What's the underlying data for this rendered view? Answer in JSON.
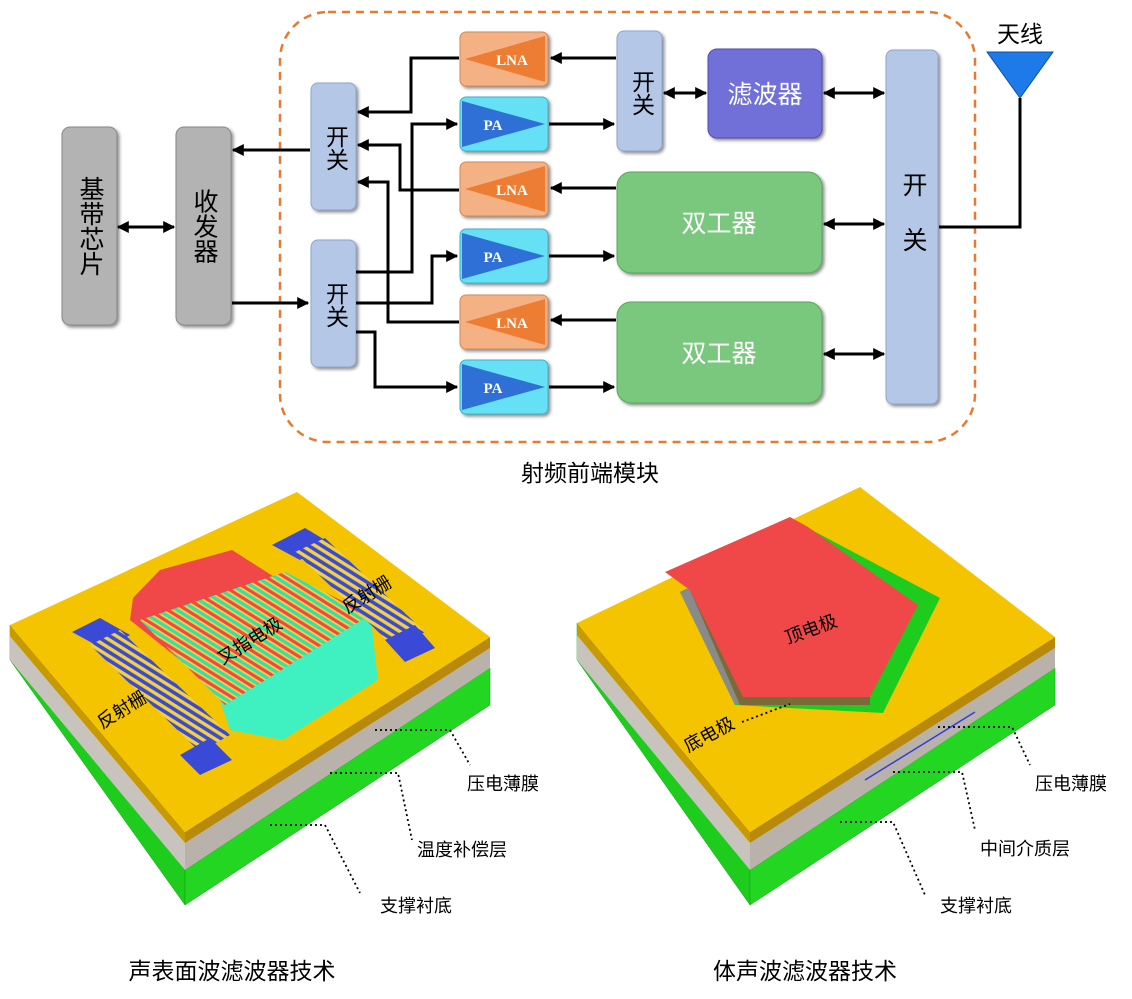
{
  "rf_module": {
    "caption": "射频前端模块",
    "baseband_chip": "基带芯片",
    "transceiver": "收发器",
    "switch": "开关",
    "filter": "滤波器",
    "duplexer": "双工器",
    "lna": "LNA",
    "pa": "PA",
    "antenna": "天线"
  },
  "saw": {
    "caption": "声表面波滤波器技术",
    "reflector": "反射栅",
    "idt": "叉指电极",
    "piezo_film": "压电薄膜",
    "temp_comp_layer": "温度补偿层",
    "substrate": "支撑衬底"
  },
  "baw": {
    "caption": "体声波滤波器技术",
    "top_electrode": "顶电极",
    "bottom_electrode": "底电极",
    "piezo_film": "压电薄膜",
    "dielectric_layer": "中间介质层",
    "substrate": "支撑衬底"
  },
  "colors": {
    "gray_box": "#b3b3b3",
    "switch_box": "#b4c7e7",
    "lna_box": "#f4b183",
    "lna_triangle": "#ed7d31",
    "pa_box": "#66e0f5",
    "pa_triangle": "#2f6fd6",
    "filter_box": "#7070d8",
    "duplexer_box": "#7ac77e",
    "dashed_border": "#e87a30",
    "antenna": "#1e7ae8",
    "gold": "#f5c400",
    "green": "#1ecc1e",
    "red": "#f04848",
    "blue": "#3a4ad6",
    "cyan": "#40f0c0"
  }
}
